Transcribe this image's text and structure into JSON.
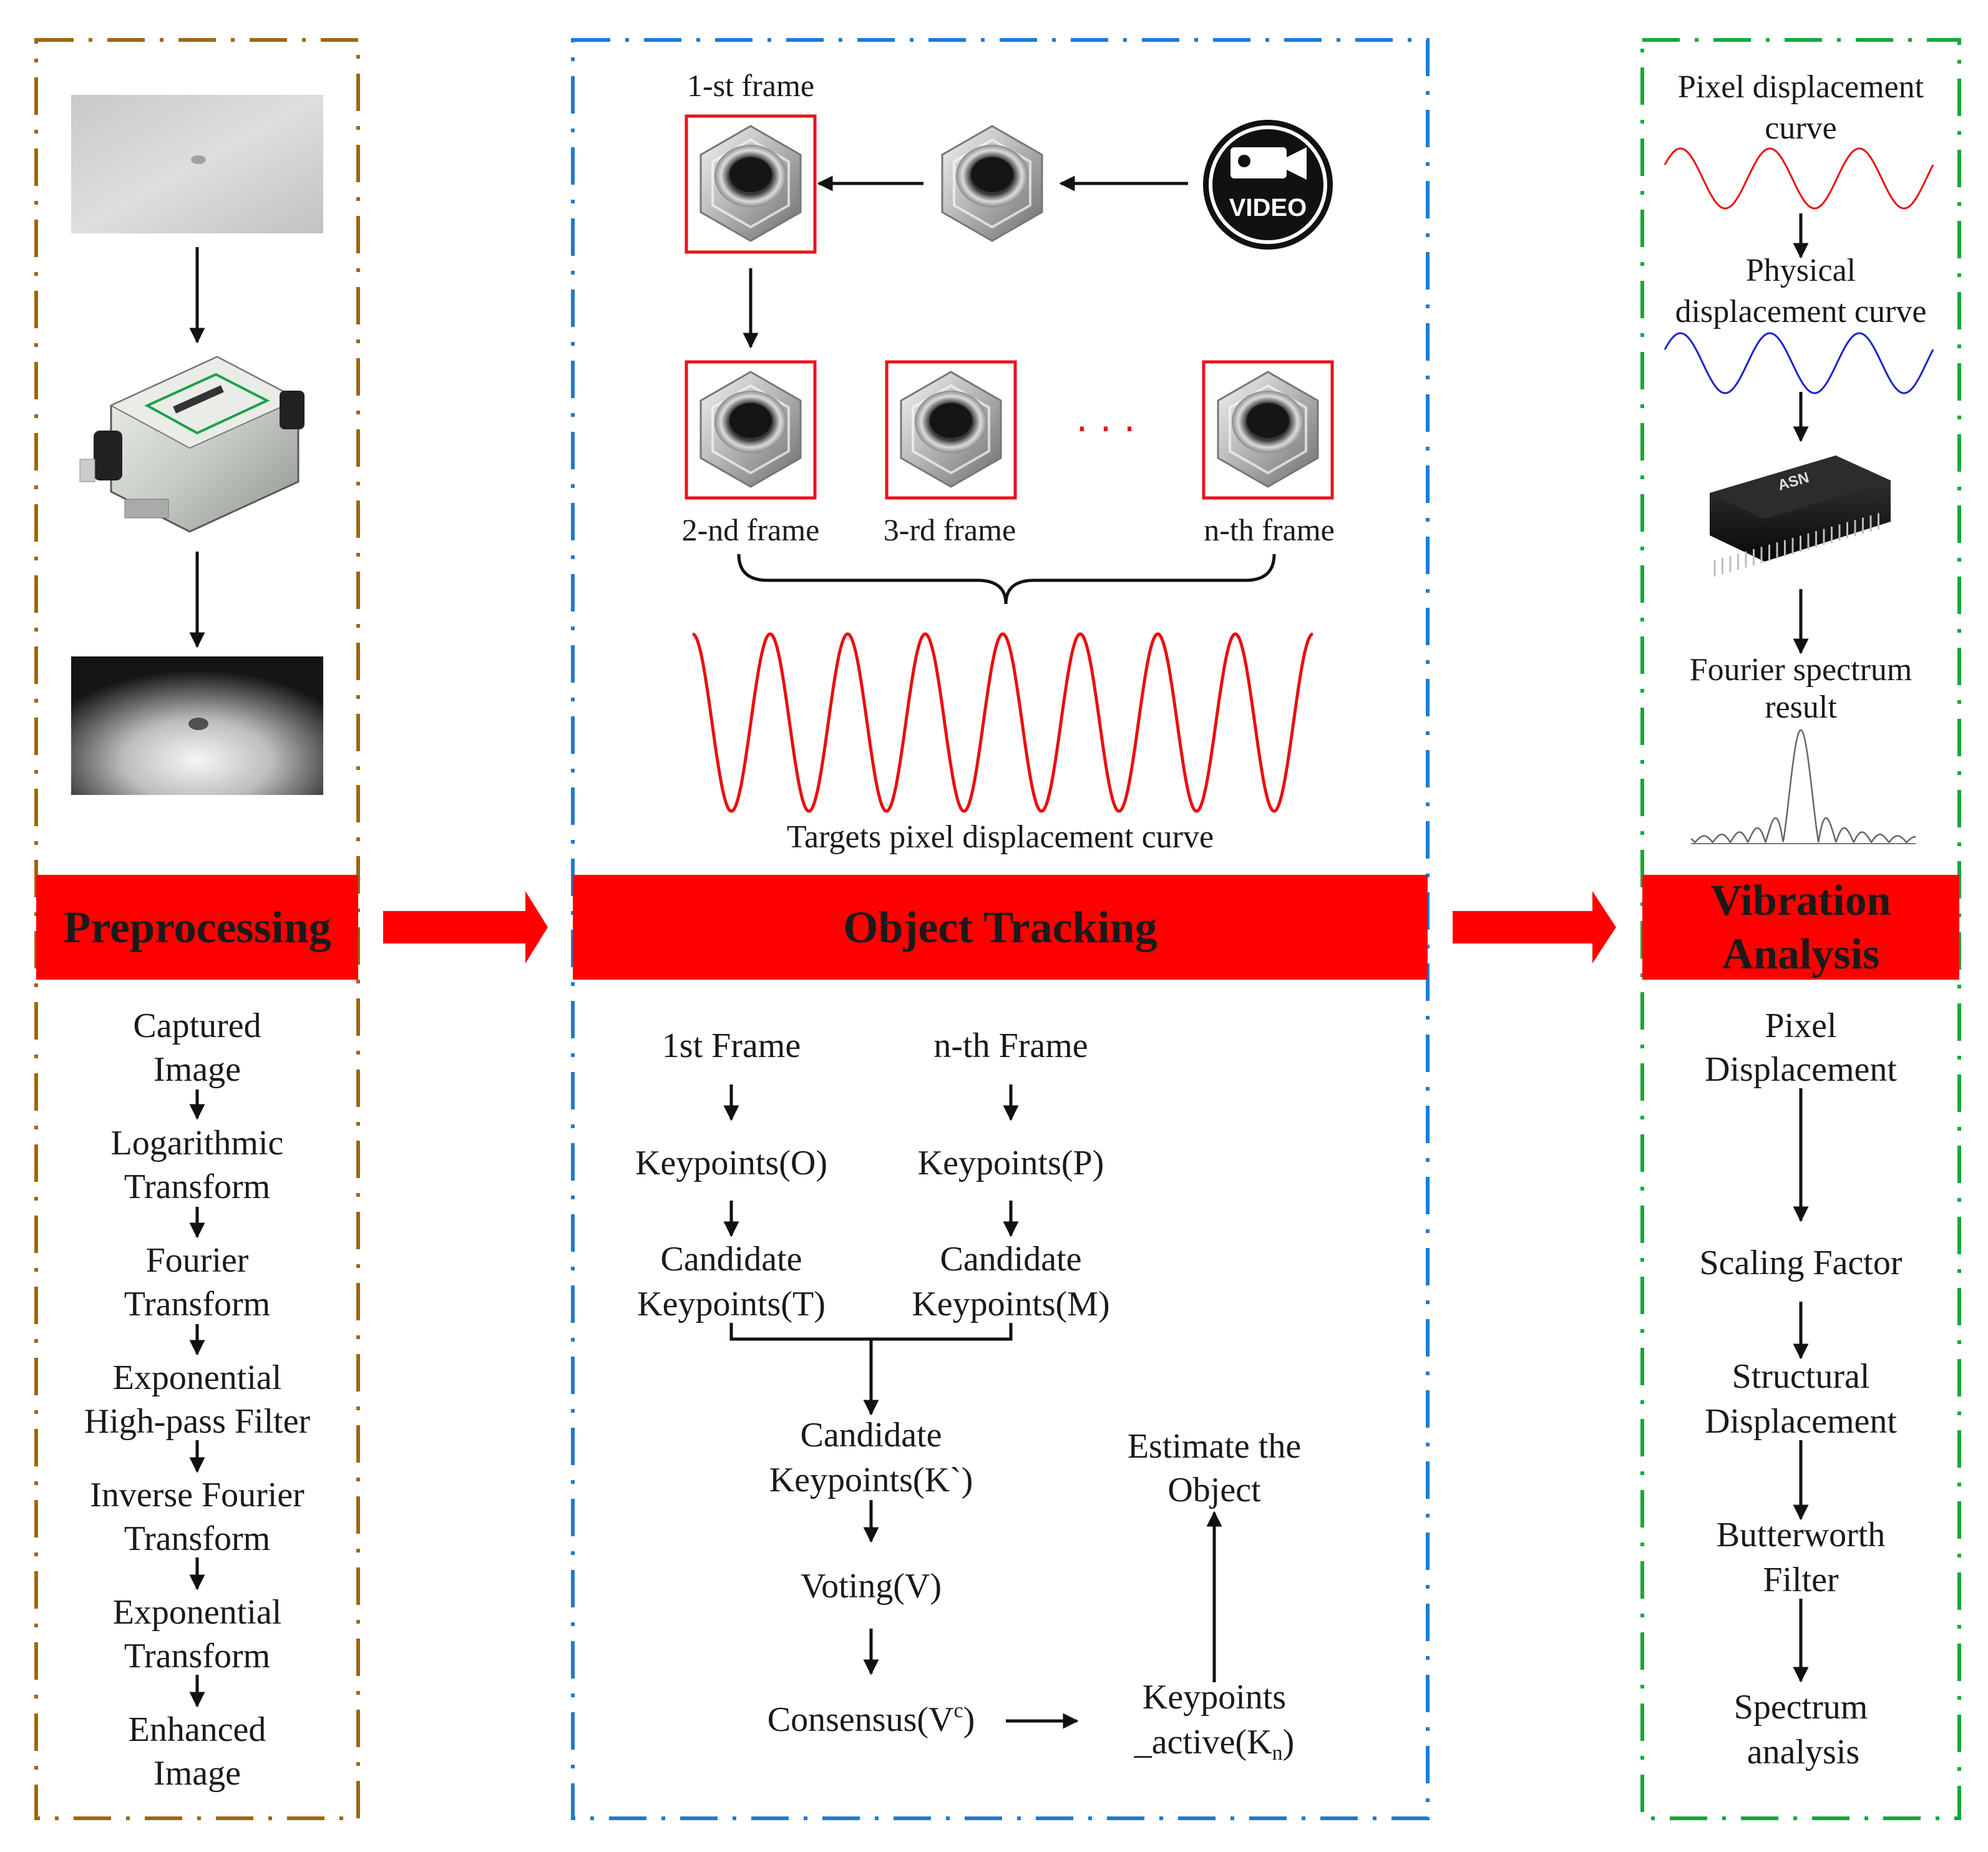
{
  "colors": {
    "preprocessing_border": "#a0660f",
    "tracking_border": "#1f7bd0",
    "vibration_border": "#16a83a",
    "banner_red": "#ff0000",
    "curve_red": "#e81010",
    "curve_blue": "#1a24c8"
  },
  "preprocessing": {
    "banner": "Preprocessing",
    "steps": [
      [
        "Captured",
        "Image"
      ],
      [
        "Logarithmic",
        "Transform"
      ],
      [
        "Fourier",
        "Transform"
      ],
      [
        "Exponential",
        "High-pass Filter"
      ],
      [
        "Inverse Fourier",
        "Transform"
      ],
      [
        "Exponential",
        "Transform"
      ],
      [
        "Enhanced",
        "Image"
      ]
    ]
  },
  "tracking": {
    "banner": "Object Tracking",
    "frame_labels": {
      "first": "1-st frame",
      "second": "2-nd frame",
      "third": "3-rd frame",
      "nth": "n-th frame"
    },
    "ellipsis": "· · ·",
    "video_label": "VIDEO",
    "curve_caption": "Targets pixel displacement curve",
    "flow": {
      "first_frame": "1st Frame",
      "nth_frame": "n-th Frame",
      "keypoints_o": "Keypoints(O)",
      "keypoints_p": "Keypoints(P)",
      "candidate_t": [
        "Candidate",
        "Keypoints(T)"
      ],
      "candidate_m": [
        "Candidate",
        "Keypoints(M)"
      ],
      "candidate_k": [
        "Candidate",
        "Keypoints(K`)"
      ],
      "voting": "Voting(V)",
      "consensus": "Consensus(V",
      "consensus_sup": "c",
      "consensus_close": ")",
      "estimate": [
        "Estimate the",
        "Object"
      ],
      "active_1": "Keypoints",
      "active_2": "_active(K",
      "active_sub": "n",
      "active_close": ")"
    }
  },
  "vibration": {
    "banner": [
      "Vibration",
      "Analysis"
    ],
    "top": {
      "pixel_curve": [
        "Pixel displacement",
        "curve"
      ],
      "physical_curve": [
        "Physical",
        "displacement curve"
      ],
      "fourier_result": [
        "Fourier spectrum",
        "result"
      ],
      "chip_label": "ASN"
    },
    "steps": [
      [
        "Pixel",
        "Displacement"
      ],
      [
        "Scaling Factor"
      ],
      [
        "Structural",
        "Displacement"
      ],
      [
        "Butterworth",
        "Filter"
      ],
      [
        "Spectrum",
        "analysis"
      ]
    ]
  }
}
